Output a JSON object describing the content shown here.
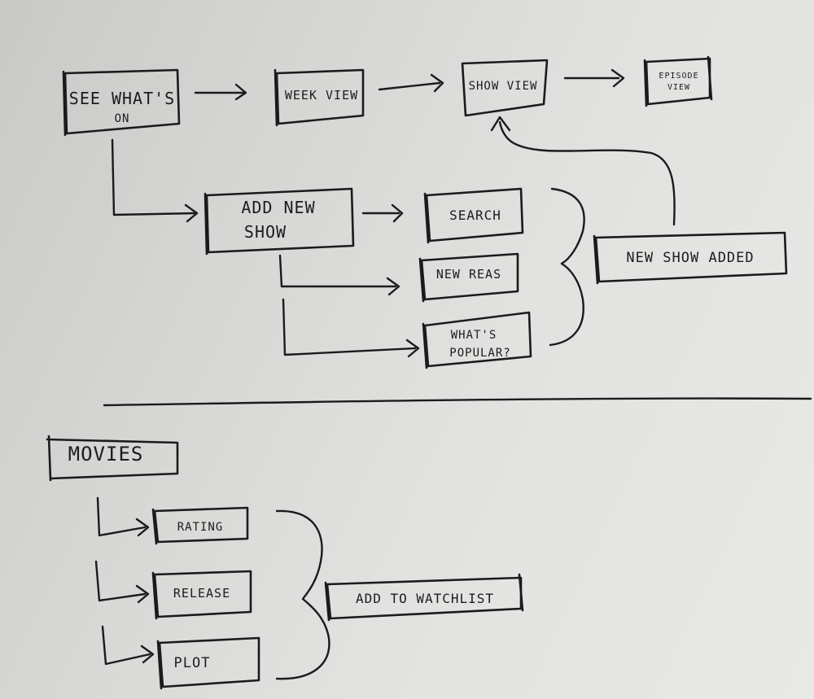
{
  "nodes": {
    "see_whats_on": [
      "SEE WHAT'S",
      "ON"
    ],
    "week_view": "WEEK VIEW",
    "show_view": "SHOW VIEW",
    "episode_view": [
      "EPISODE",
      "VIEW"
    ],
    "add_new_show": [
      "ADD NEW",
      "SHOW"
    ],
    "search": "SEARCH",
    "new_reas": "NEW REAS",
    "whats_popular": [
      "WHAT'S",
      "POPULAR?"
    ],
    "new_show_added": "NEW SHOW ADDED",
    "movies": "MOVIES",
    "rating": "RATING",
    "release": "RELEASE",
    "plot": "PLOT",
    "add_to_watchlist": "ADD TO WATCHLIST"
  },
  "colors": {
    "ink": "#1b1b1b",
    "paper": "#e2e2e0"
  }
}
